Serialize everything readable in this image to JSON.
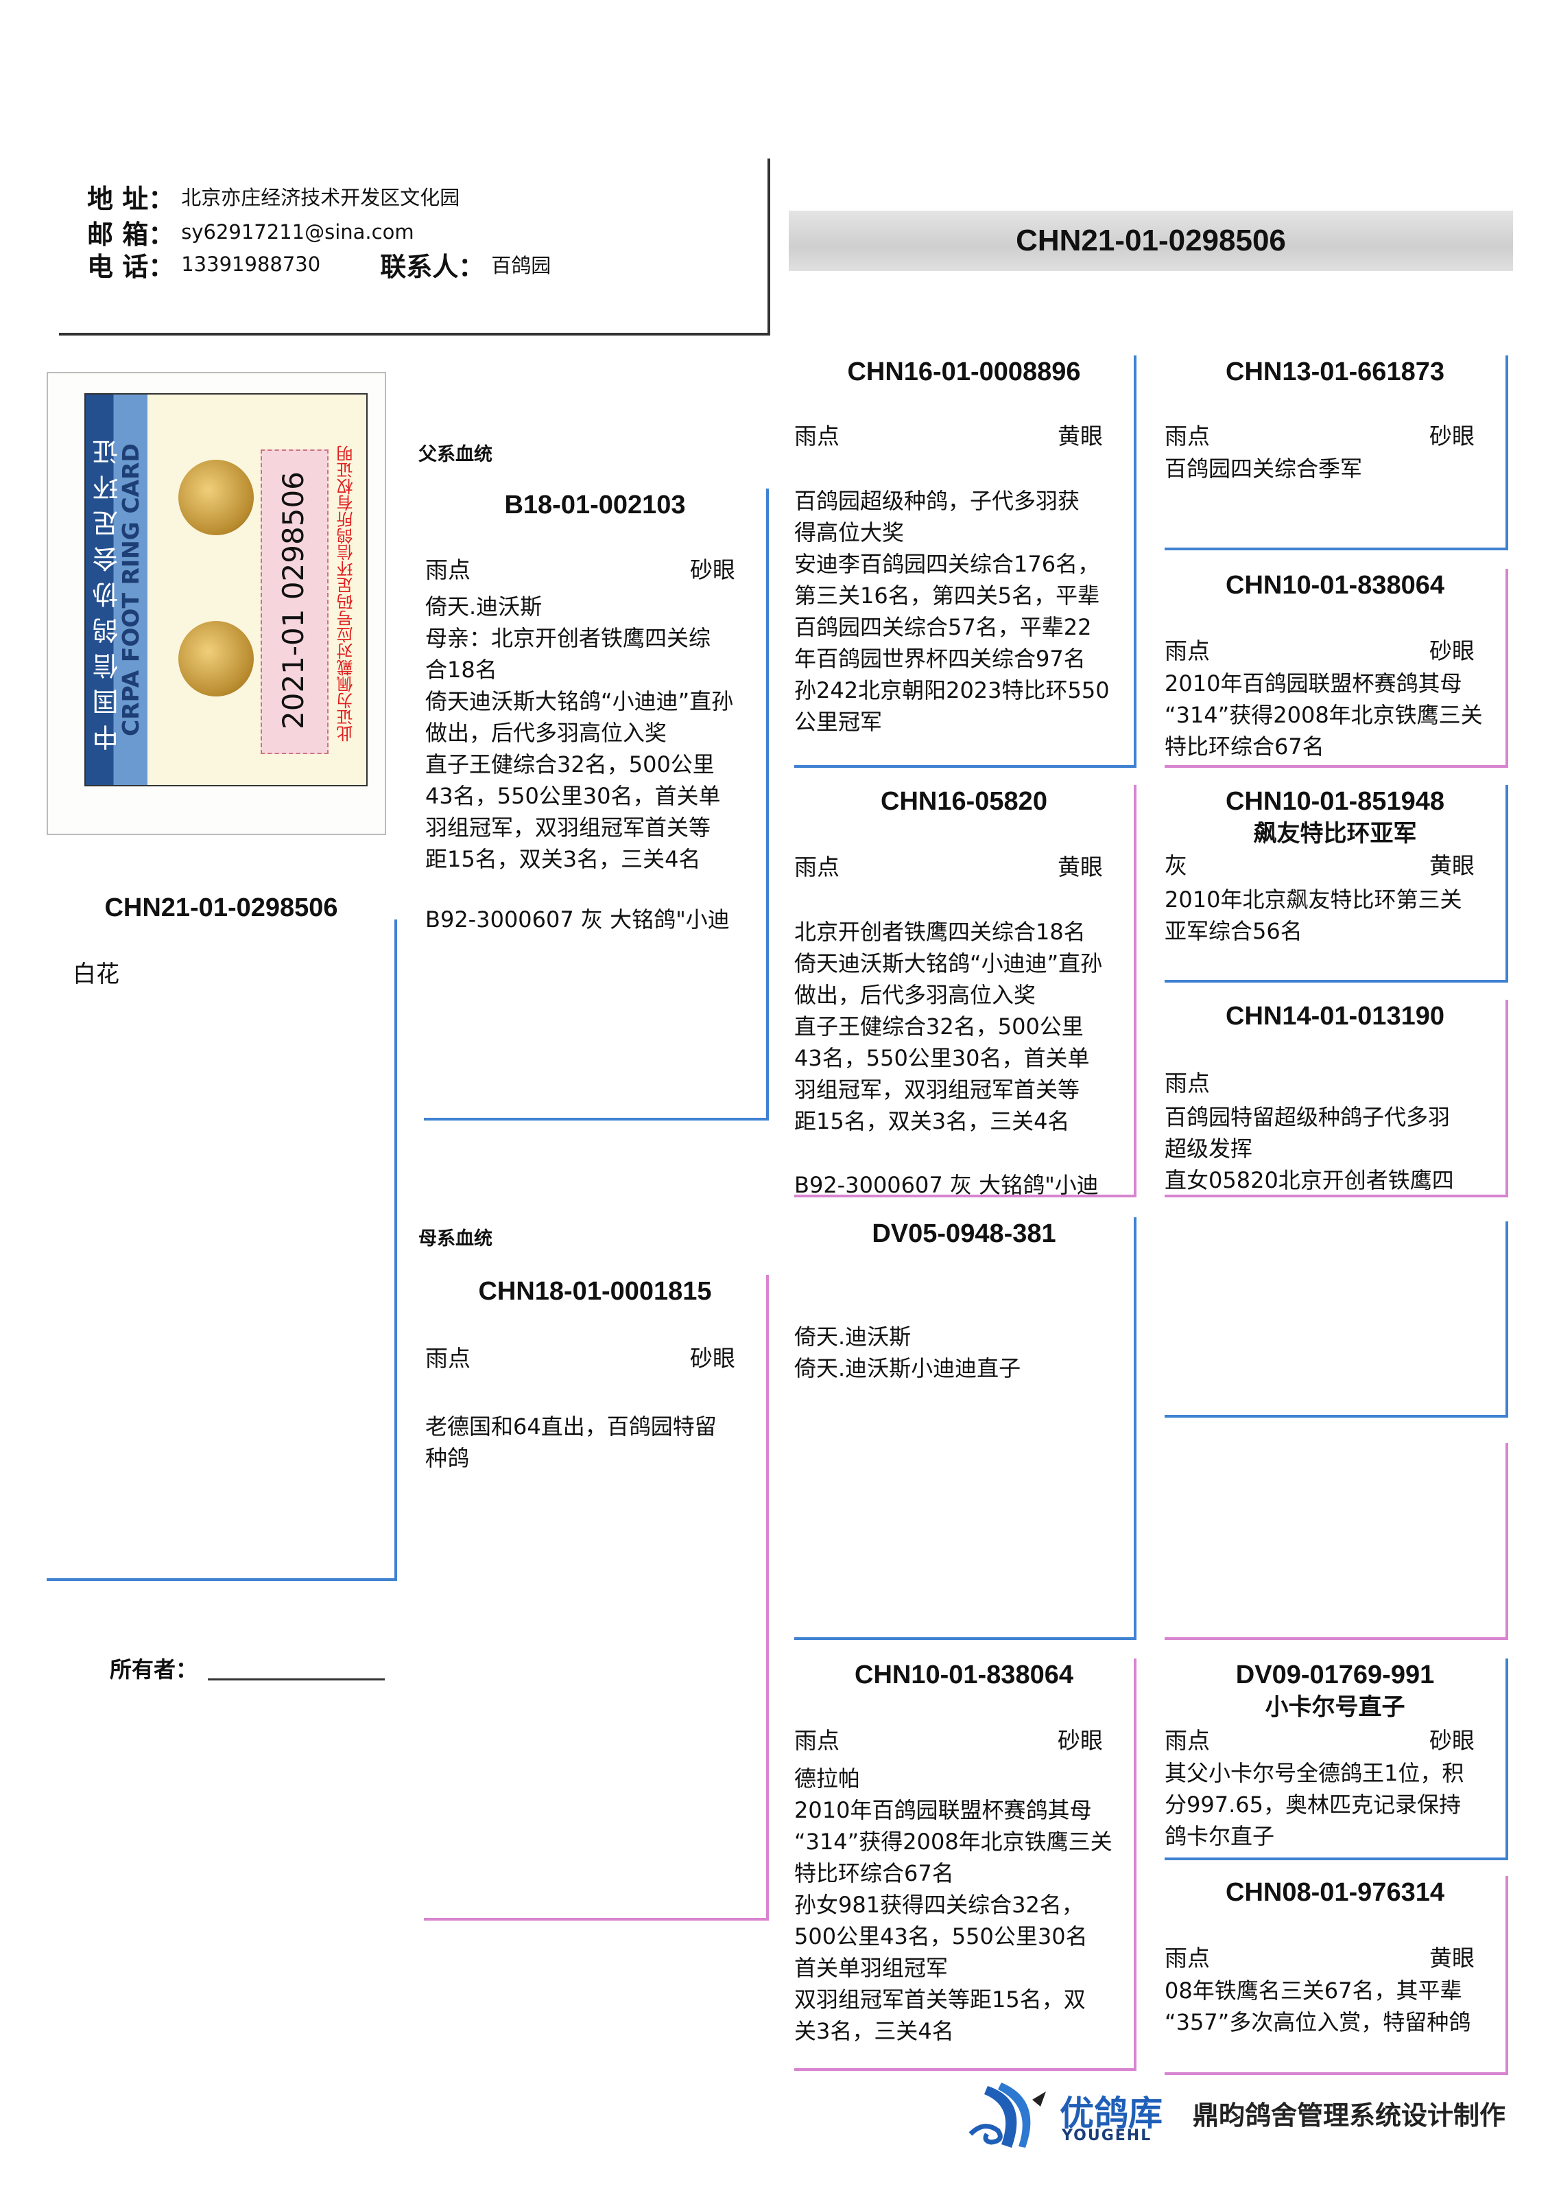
{
  "header": {
    "address_label": "地 址：",
    "address": "北京亦庄经济技术开发区文化园",
    "email_label": "邮 箱：",
    "email": "sy62917211@sina.com",
    "phone_label": "电 话：",
    "phone": "13391988730",
    "contact_label": "联系人：",
    "contact": "百鸽园"
  },
  "title_ring": "CHN21-01-0298506",
  "ring_card": {
    "title_cn": "中国信鸽协会足环证",
    "title_en": "CRPA FOOT RING CARD",
    "number": "2021-01  0298506",
    "notice": "此证为佩戴对应号码足环信鸽所有权证明"
  },
  "subject": {
    "ring": "CHN21-01-0298506",
    "color": "白花"
  },
  "owner_label": "所有者：",
  "sire_label": "父系血统",
  "dam_label": "母系血统",
  "sire": {
    "ring": "B18-01-002103",
    "color": "雨点",
    "eye": "砂眼",
    "lines": [
      "倚天.迪沃斯",
      "母亲：北京开创者铁鹰四关综",
      "合18名",
      "倚天迪沃斯大铭鸽“小迪迪”直孙",
      "做出，后代多羽高位入奖",
      "直子王健综合32名，500公里",
      "43名，550公里30名，首关单",
      "羽组冠军，双羽组冠军首关等",
      "距15名，双关3名，三关4名"
    ],
    "extra": "B92-3000607 灰   大铭鸽\"小迪"
  },
  "dam": {
    "ring": "CHN18-01-0001815",
    "color": "雨点",
    "eye": "砂眼",
    "lines": [
      "老德国和64直出，百鸽园特留",
      "种鸽"
    ]
  },
  "ss": {
    "ring": "CHN16-01-0008896",
    "color": "雨点",
    "eye": "黄眼",
    "lines": [
      "百鸽园超级种鸽，子代多羽获",
      "得高位大奖",
      "安迪李百鸽园四关综合176名，",
      "第三关16名，第四关5名，平辈",
      "百鸽园四关综合57名，平辈22",
      "年百鸽园世界杯四关综合97名",
      "孙242北京朝阳2023特比环550",
      "公里冠军"
    ]
  },
  "sd": {
    "ring": "CHN16-05820",
    "color": "雨点",
    "eye": "黄眼",
    "lines": [
      "北京开创者铁鹰四关综合18名",
      "倚天迪沃斯大铭鸽“小迪迪”直孙",
      "做出，后代多羽高位入奖",
      "直子王健综合32名，500公里",
      "43名，550公里30名，首关单",
      "羽组冠军，双羽组冠军首关等",
      "距15名，双关3名，三关4名"
    ],
    "extra": "B92-3000607 灰   大铭鸽\"小迪"
  },
  "ds": {
    "ring": "DV05-0948-381",
    "lines": [
      "倚天.迪沃斯",
      "倚天.迪沃斯小迪迪直子"
    ]
  },
  "dd": {
    "ring": "CHN10-01-838064",
    "color": "雨点",
    "eye": "砂眼",
    "lines": [
      "德拉帕",
      "2010年百鸽园联盟杯赛鸽其母",
      "“314”获得2008年北京铁鹰三关",
      "特比环综合67名",
      "孙女981获得四关综合32名，",
      "500公里43名，550公里30名",
      "首关单羽组冠军",
      "双羽组冠军首关等距15名，双",
      "关3名，三关4名"
    ]
  },
  "sss": {
    "ring": "CHN13-01-661873",
    "color": "雨点",
    "eye": "砂眼",
    "lines": [
      "百鸽园四关综合季军"
    ]
  },
  "ssd": {
    "ring": "CHN10-01-838064",
    "color": "雨点",
    "eye": "砂眼",
    "lines": [
      "2010年百鸽园联盟杯赛鸽其母",
      "“314”获得2008年北京铁鹰三关",
      "特比环综合67名"
    ]
  },
  "sds": {
    "ring": "CHN10-01-851948",
    "subtitle": "飙友特比环亚军",
    "color": "灰",
    "eye": "黄眼",
    "lines": [
      "2010年北京飙友特比环第三关",
      "亚军综合56名"
    ]
  },
  "sdd": {
    "ring": "CHN14-01-013190",
    "color": "雨点",
    "lines": [
      "百鸽园特留超级种鸽子代多羽",
      "超级发挥",
      "直女05820北京开创者铁鹰四"
    ]
  },
  "dds": {
    "ring": "DV09-01769-991",
    "subtitle": "小卡尔号直子",
    "color": "雨点",
    "eye": "砂眼",
    "lines": [
      "其父小卡尔号全德鸽王1位，积",
      "分997.65，奥林匹克记录保持",
      "鸽卡尔直子"
    ]
  },
  "ddd": {
    "ring": "CHN08-01-976314",
    "color": "雨点",
    "eye": "黄眼",
    "lines": [
      "08年铁鹰名三关67名，其平辈",
      "“357”多次高位入赏，特留种鸽"
    ]
  },
  "footer": {
    "brand": "优鸽库",
    "brand_en": "YOUGEHL",
    "credit": "鼎昀鸽舍管理系统设计制作"
  },
  "colors": {
    "blue_line": "#3f82d2",
    "pink_line": "#d884cf",
    "logo_blue": "#1f5fb8"
  }
}
